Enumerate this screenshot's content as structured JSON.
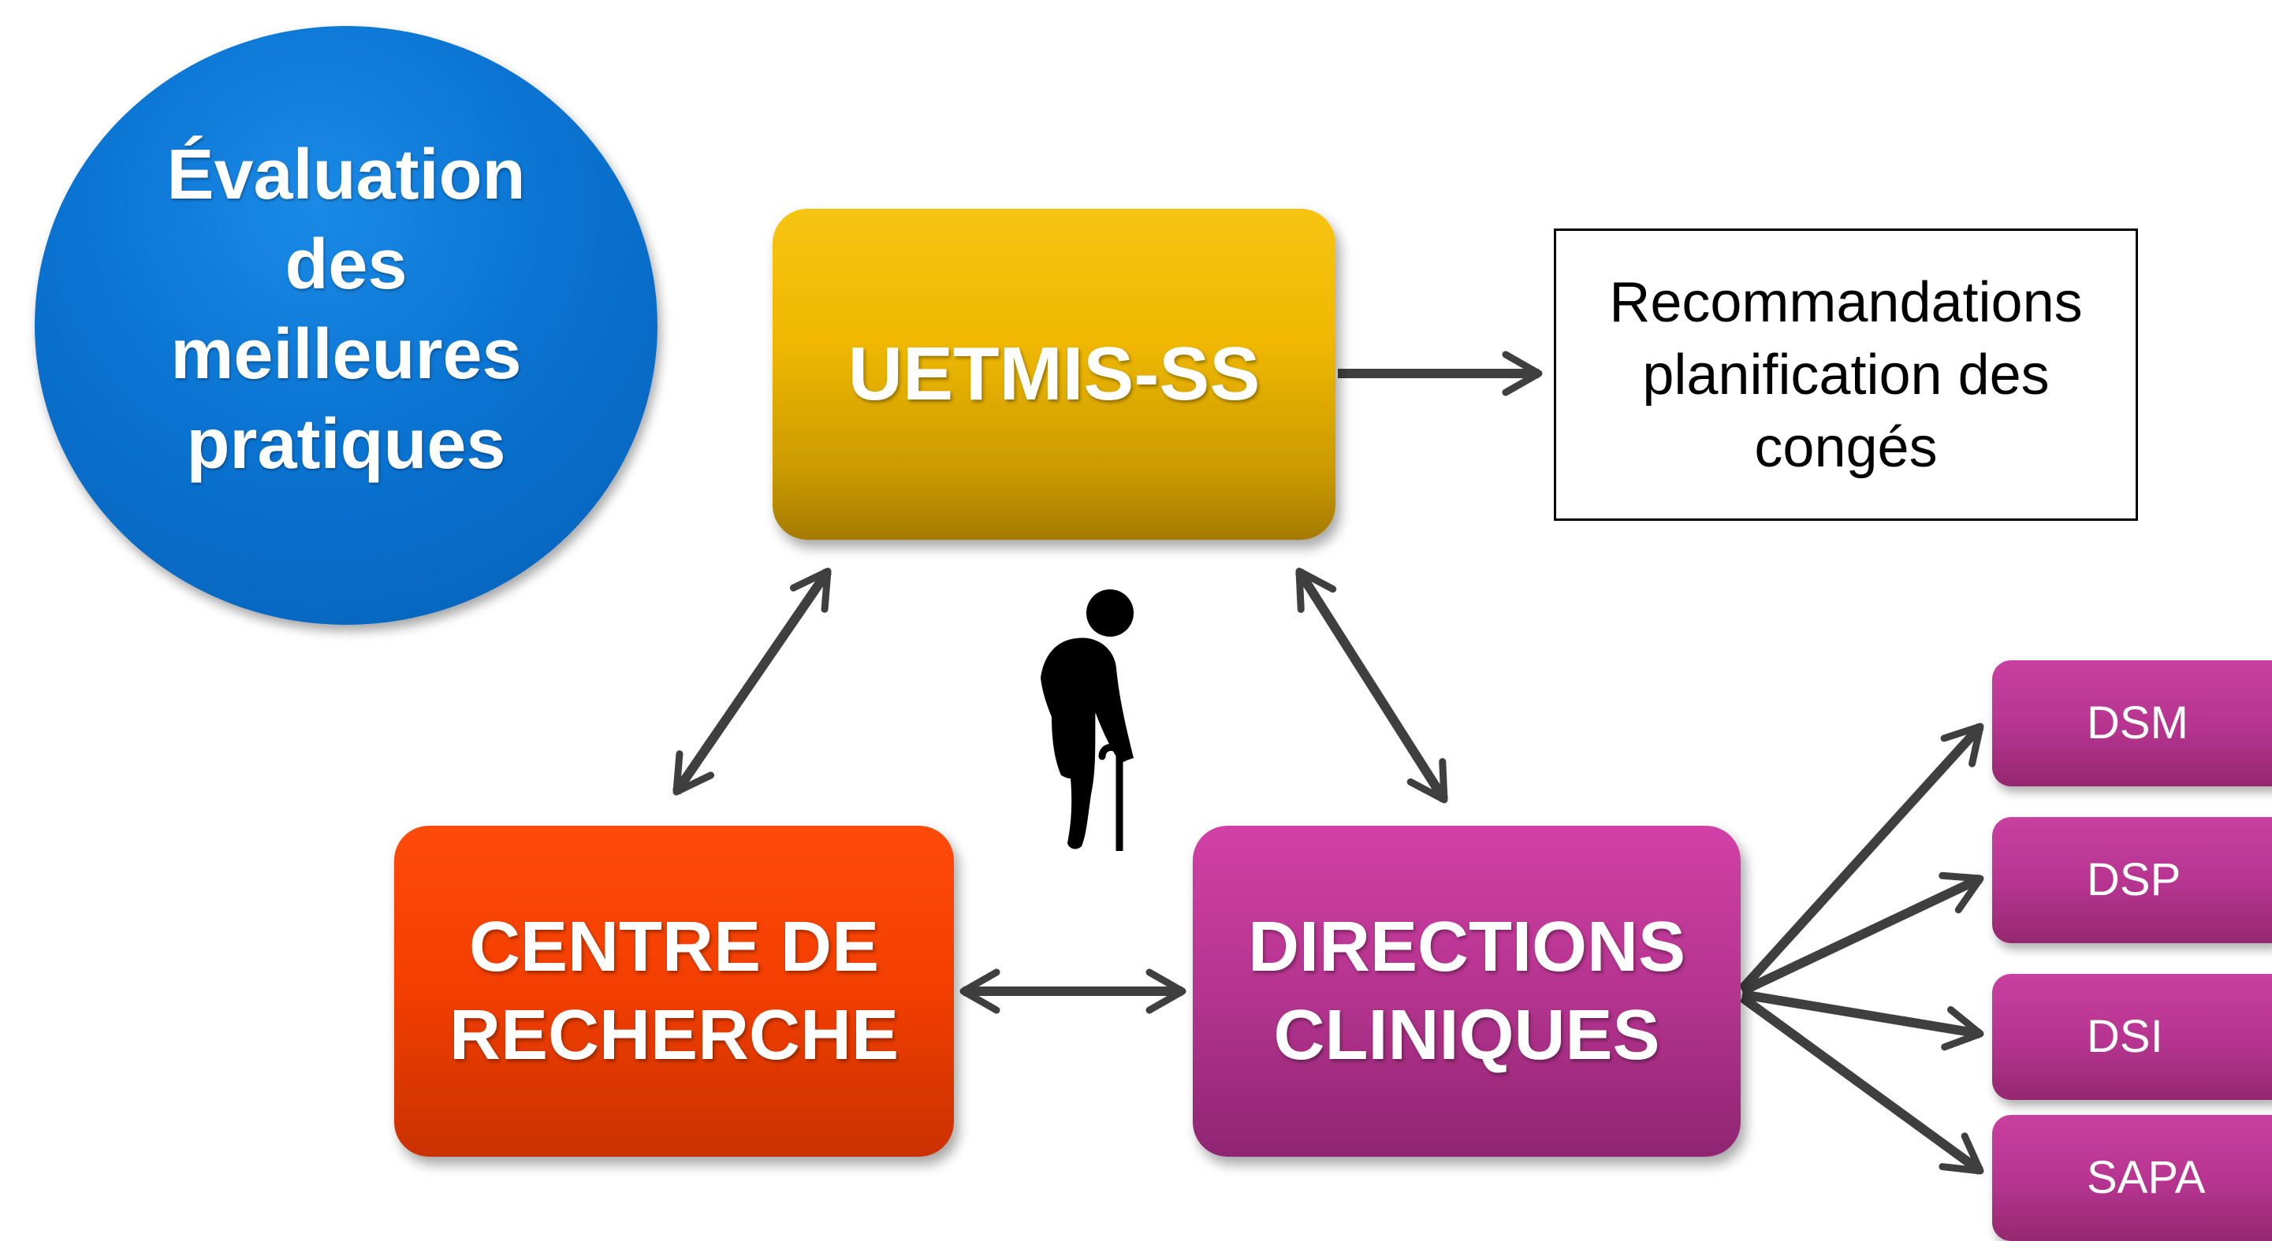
{
  "evaluation": {
    "text": "Évaluation\ndes\nmeilleures\npratiques"
  },
  "uetmis": {
    "label": "UETMIS-SS"
  },
  "recommandations": {
    "text": "Recommandations\nplanification des\ncongés"
  },
  "centre": {
    "label": "CENTRE DE\nRECHERCHE"
  },
  "directions": {
    "label": "DIRECTIONS\nCLINIQUES"
  },
  "sub_directions": [
    {
      "label": "DSM"
    },
    {
      "label": "DSP"
    },
    {
      "label": "DSI"
    },
    {
      "label": "SAPA"
    }
  ],
  "icons": {
    "person": "elderly-person-with-cane-icon"
  },
  "colors": {
    "evaluation_blue": "#0a73d1",
    "uetmis_gold": "#f0b800",
    "centre_orange": "#f23e00",
    "directions_magenta": "#b5348f",
    "arrow_gray": "#3f3f3f"
  }
}
